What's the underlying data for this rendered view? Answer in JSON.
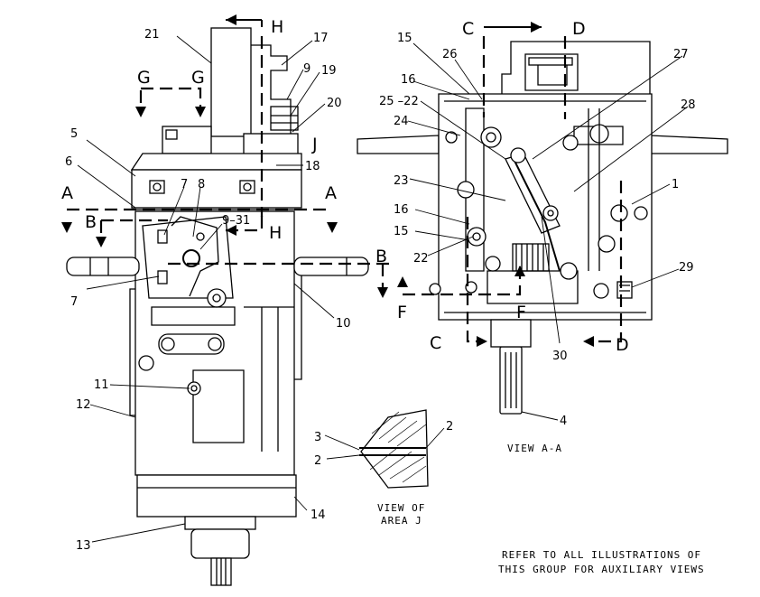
{
  "callouts": {
    "c21": "21",
    "c17": "17",
    "c9a": "9",
    "c19": "19",
    "c20": "20",
    "c5": "5",
    "c6": "6",
    "c7a": "7",
    "c8": "8",
    "c9_31": "9–31",
    "c18": "18",
    "c7b": "7",
    "c10": "10",
    "c11": "11",
    "c12": "12",
    "c13": "13",
    "c14": "14",
    "c15a": "15",
    "c26": "26",
    "c16a": "16",
    "c25_22": "25 –22",
    "c24": "24",
    "c27": "27",
    "c28": "28",
    "c23": "23",
    "c1": "1",
    "c16b": "16",
    "c15b": "15",
    "c22": "22",
    "c29": "29",
    "c30": "30",
    "c4": "4",
    "c3": "3",
    "c2a": "2",
    "c2b": "2"
  },
  "section_letters": {
    "H_top": "H",
    "H_mid": "H",
    "G_left": "G",
    "G_right": "G",
    "J": "J",
    "A_left": "A",
    "A_right": "A",
    "B_left": "B",
    "B_right": "B",
    "C_top": "C",
    "C_bottom": "C",
    "D_top": "D",
    "D_bottom": "D",
    "F_left": "F",
    "F_mid": "F"
  },
  "captions": {
    "view_aa": "VIEW  A-A",
    "view_area_j_line1": "VIEW  OF",
    "view_area_j_line2": "AREA  J",
    "refer_line1": "REFER  TO  ALL  ILLUSTRATIONS  OF",
    "refer_line2": "THIS  GROUP  FOR  AUXILIARY  VIEWS"
  }
}
